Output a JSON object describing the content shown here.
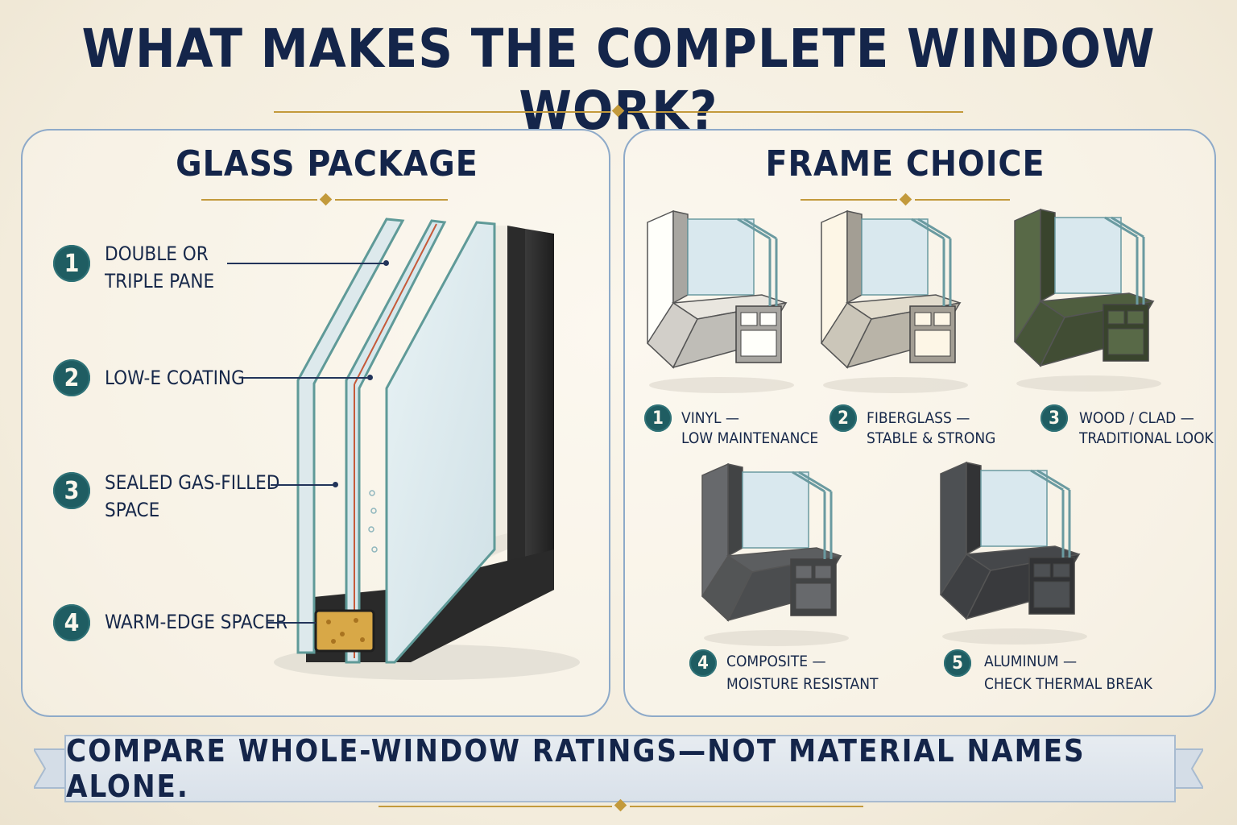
{
  "title": "WHAT MAKES THE COMPLETE WINDOW WORK?",
  "glass_package": {
    "heading": "GLASS PACKAGE",
    "callouts": [
      {
        "num": "1",
        "line1": "DOUBLE OR",
        "line2": "TRIPLE PANE"
      },
      {
        "num": "2",
        "line1": "LOW-E COATING",
        "line2": ""
      },
      {
        "num": "3",
        "line1": "SEALED GAS-FILLED",
        "line2": "SPACE"
      },
      {
        "num": "4",
        "line1": "WARM-EDGE SPACER",
        "line2": ""
      }
    ]
  },
  "frame_choice": {
    "heading": "FRAME CHOICE",
    "frames": [
      {
        "num": "1",
        "line1": "VINYL —",
        "line2": "LOW MAINTENANCE",
        "color": "#e9e6df"
      },
      {
        "num": "2",
        "line1": "FIBERGLASS —",
        "line2": "STABLE & STRONG",
        "color": "#e2dccd"
      },
      {
        "num": "3",
        "line1": "WOOD / CLAD —",
        "line2": "TRADITIONAL LOOK",
        "color": "#4f5e3f"
      },
      {
        "num": "4",
        "line1": "COMPOSITE —",
        "line2": "MOISTURE RESISTANT",
        "color": "#5c5e60"
      },
      {
        "num": "5",
        "line1": "ALUMINUM —",
        "line2": "CHECK THERMAL BREAK",
        "color": "#45474a"
      }
    ]
  },
  "banner": "COMPARE WHOLE-WINDOW RATINGS—NOT MATERIAL NAMES ALONE.",
  "colors": {
    "navy": "#14254a",
    "teal": "#1f5d62",
    "gold": "#c39a3c",
    "panel_border": "#8eaac9"
  }
}
